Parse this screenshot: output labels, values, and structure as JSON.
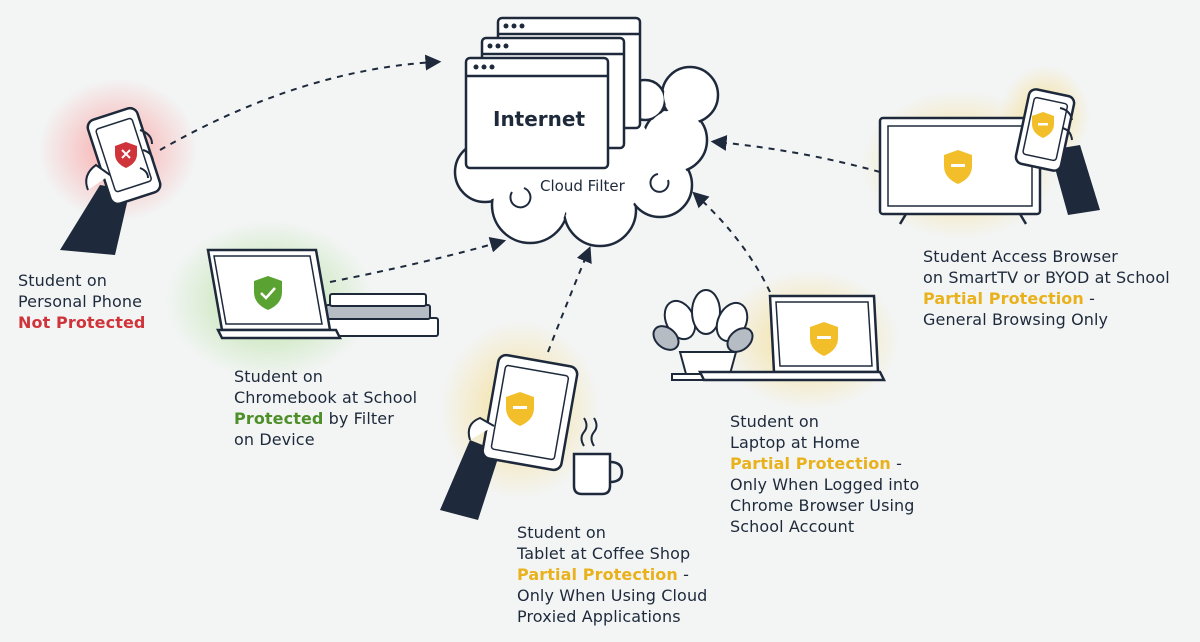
{
  "internet": {
    "title": "Internet"
  },
  "cloud": {
    "label": "Cloud Filter"
  },
  "colors": {
    "navy": "#1e2a3b",
    "not_protected": "#d0343b",
    "protected": "#4e8f2a",
    "partial": "#e9b21d"
  },
  "devices": {
    "phone": {
      "line1": "Student on",
      "line2": "Personal Phone",
      "status": "Not Protected",
      "icon": "shield-x-icon"
    },
    "chromebook": {
      "line1": "Student on",
      "line2": "Chromebook at School",
      "status": "Protected",
      "status_suffix": " by Filter",
      "line4": "on Device",
      "icon": "shield-check-icon"
    },
    "tablet": {
      "line1": "Student on",
      "line2": "Tablet at Coffee Shop",
      "status": "Partial Protection",
      "status_suffix": " -",
      "line4": "Only When Using Cloud",
      "line5": "Proxied Applications",
      "icon": "shield-minus-icon"
    },
    "laptop": {
      "line1": "Student on",
      "line2": "Laptop at Home",
      "status": "Partial Protection",
      "status_suffix": " -",
      "line4": "Only When Logged into",
      "line5": "Chrome Browser Using",
      "line6": "School Account",
      "icon": "shield-minus-icon"
    },
    "smarttv": {
      "line1": "Student Access Browser",
      "line2": "on SmartTV or BYOD at School",
      "status": "Partial Protection",
      "status_suffix": " -",
      "line4": "General Browsing Only",
      "icon": "shield-minus-icon"
    }
  }
}
